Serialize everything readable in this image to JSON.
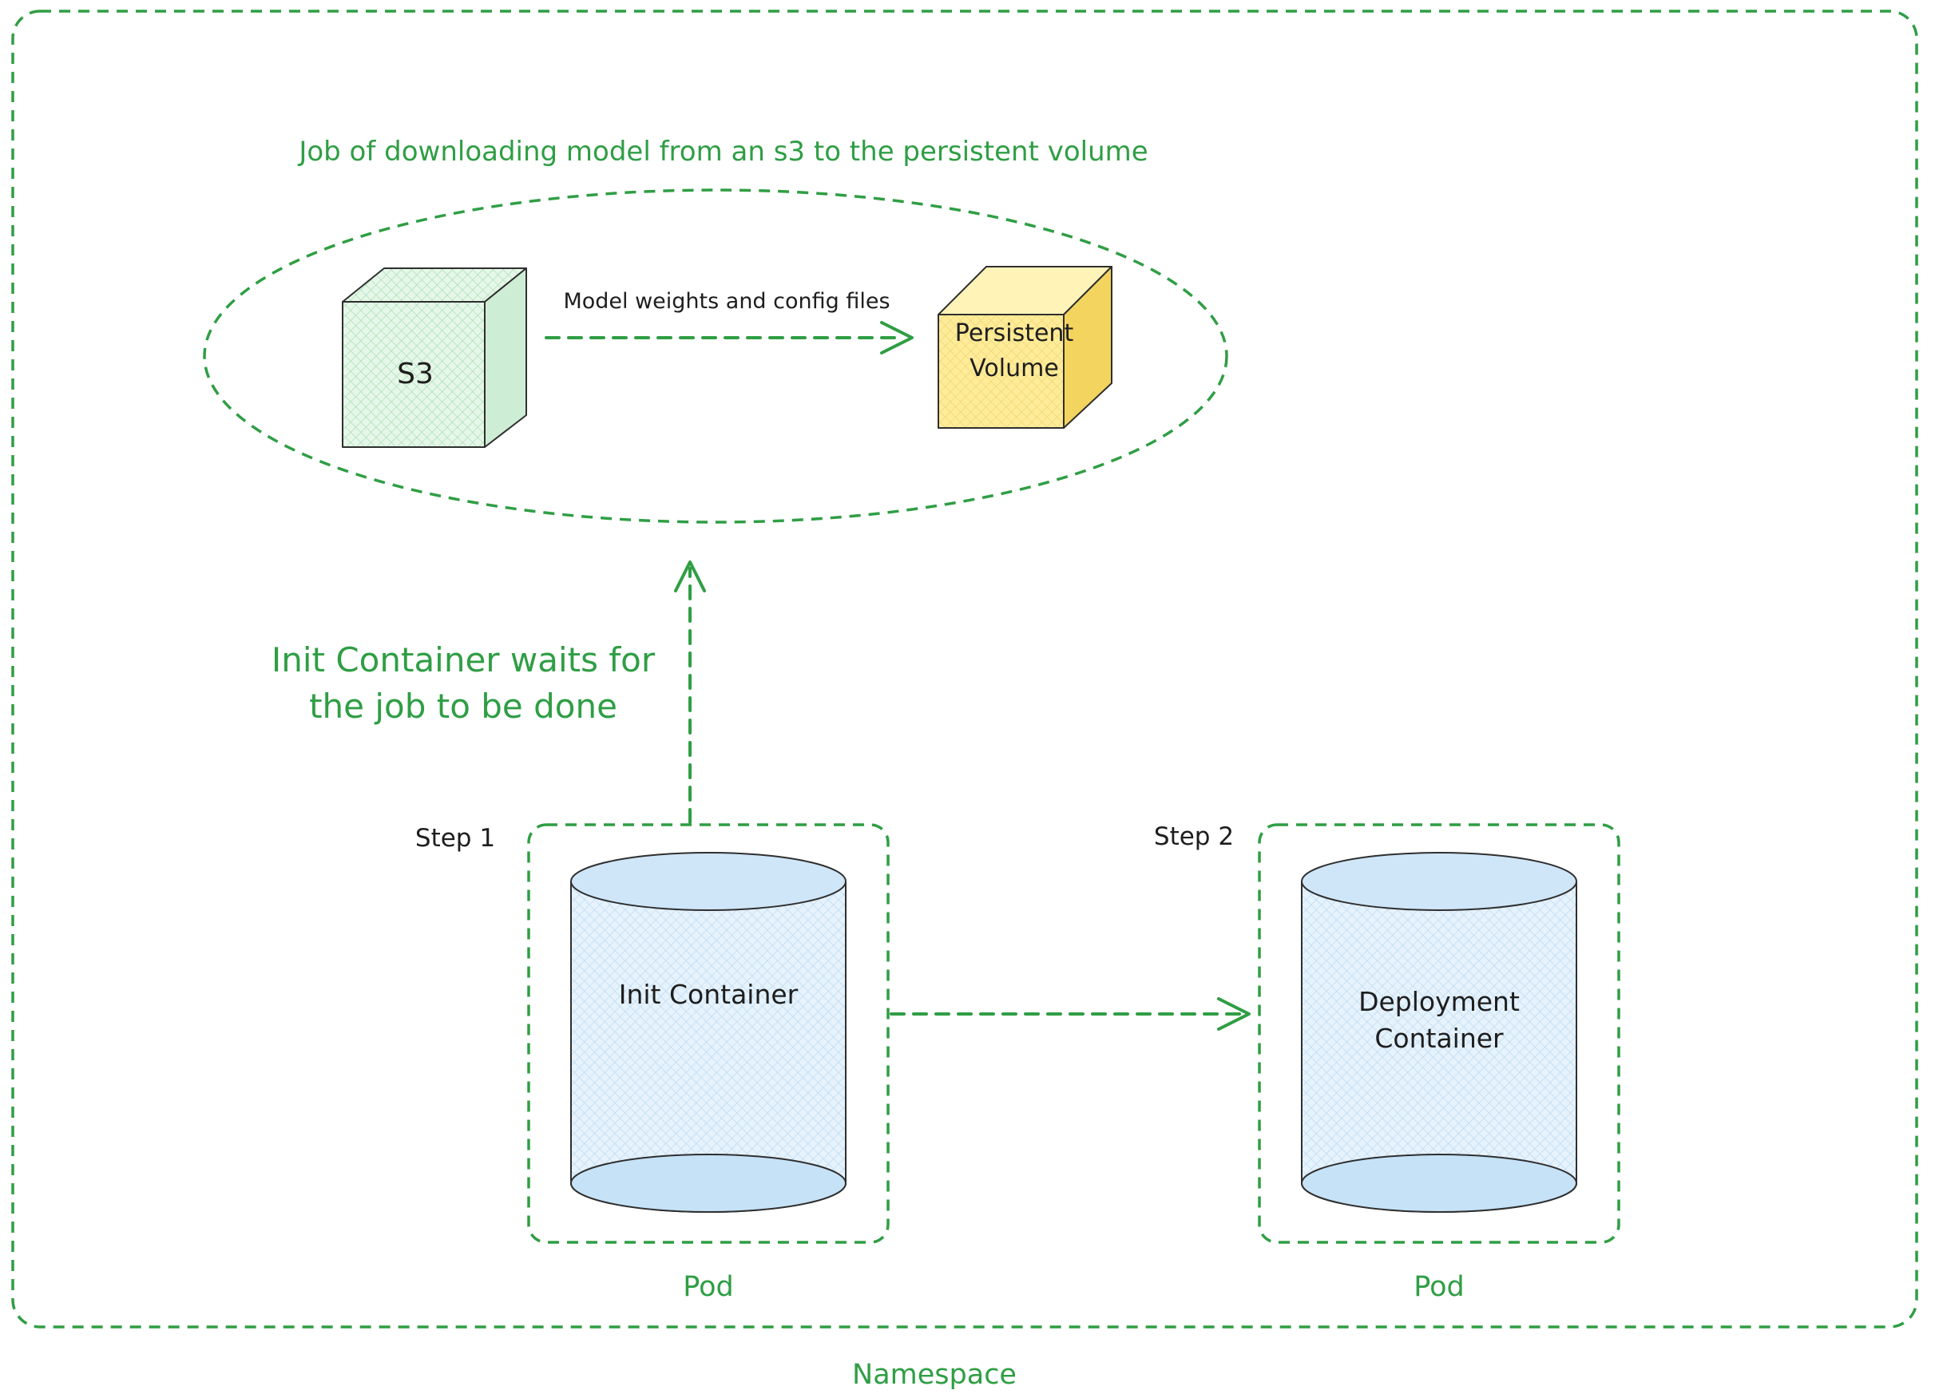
{
  "colors": {
    "green": "#2f9e44",
    "ink": "#1e1e1e",
    "s3_fill": "#e6f7e9",
    "pv_fill": "#ffec99",
    "cylinder_fill": "#e6f2fc"
  },
  "namespace": {
    "label": "Namespace"
  },
  "job": {
    "title": "Job of downloading model from an s3 to the persistent volume",
    "s3_label": "S3",
    "pv_line1": "Persistent",
    "pv_line2": "Volume",
    "transfer_label": "Model weights and config files"
  },
  "wait_note": {
    "line1": "Init Container waits for",
    "line2": "the job to be done"
  },
  "steps": {
    "step1": "Step 1",
    "step2": "Step 2"
  },
  "pod1": {
    "container": "Init Container",
    "label": "Pod"
  },
  "pod2": {
    "container_line1": "Deployment",
    "container_line2": "Container",
    "label": "Pod"
  }
}
